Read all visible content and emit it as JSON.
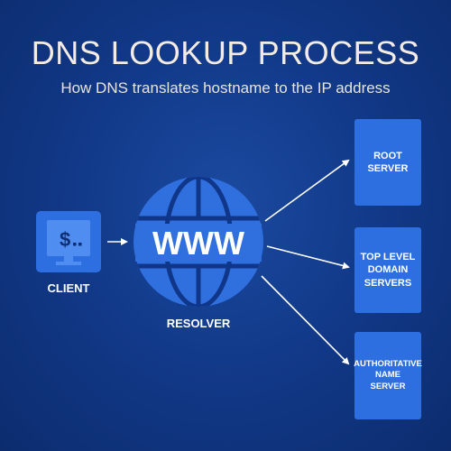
{
  "header": {
    "title": "DNS LOOKUP PROCESS",
    "subtitle": "How DNS translates hostname to the IP address"
  },
  "client": {
    "label": "CLIENT",
    "icon_text": "$ ..",
    "icon": "terminal-monitor-icon"
  },
  "resolver": {
    "label": "RESOLVER",
    "globe_text": "WWW",
    "icon": "globe-icon"
  },
  "servers": [
    {
      "label": "ROOT\nSERVER"
    },
    {
      "label": "TOP LEVEL\nDOMAIN\nSERVERS"
    },
    {
      "label": "AUTHORITATIVE\nNAME\nSERVER"
    }
  ],
  "colors": {
    "background": "#123a8a",
    "node_fill": "#2d6fe0",
    "globe_fill": "#2f6fde",
    "arrow": "#ffffff",
    "title_text": "#f4ece4"
  }
}
